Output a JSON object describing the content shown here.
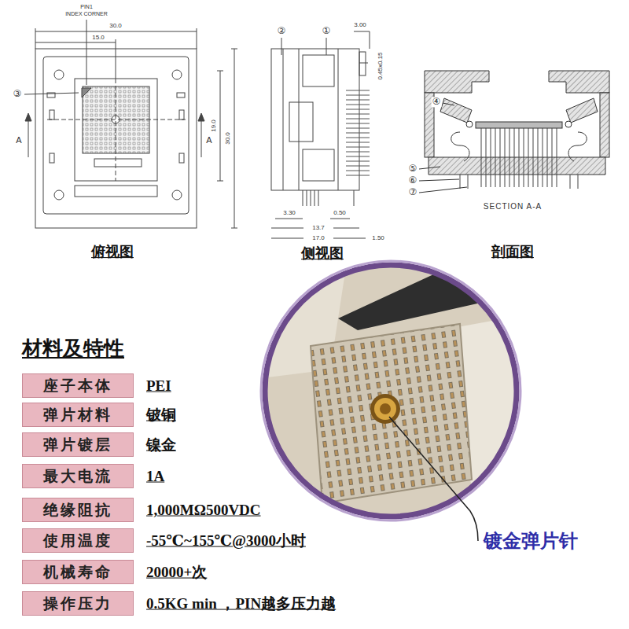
{
  "diagram": {
    "title": "材料及特性",
    "nodes": [
      {
        "text": [
          "座子本体"
        ]
      },
      {
        "text": [
          "弹片材料"
        ]
      },
      {
        "text": [
          "弹片镀层"
        ]
      },
      {
        "text": [
          "最大电流"
        ]
      },
      {
        "text": [
          "绝缘阻抗"
        ]
      },
      {
        "text": [
          "使用温度"
        ]
      },
      {
        "text": [
          "机械寿命"
        ]
      },
      {
        "text": [
          "操作压力"
        ]
      }
    ],
    "labels": [
      "PIN1",
      "INDEX CORNER",
      "30.0",
      "15.0",
      "③",
      "A",
      "A",
      "19.0",
      "30.0",
      "俯视图",
      "②",
      "①",
      "3.00",
      "0.45x0.15",
      "3.30",
      "0.50",
      "13.7",
      "17.0",
      "1.50",
      "侧视图",
      "④",
      "⑤",
      "⑥",
      "⑦",
      "SECTION A-A",
      "剖面图",
      "PEI",
      "铍铜",
      "镍金",
      "1A",
      "1,000MΩ500VDC",
      "-55℃~155℃@3000小时",
      "20000+次",
      "0.5KG min ，PIN越多压力越",
      "镀金弹片针"
    ]
  }
}
